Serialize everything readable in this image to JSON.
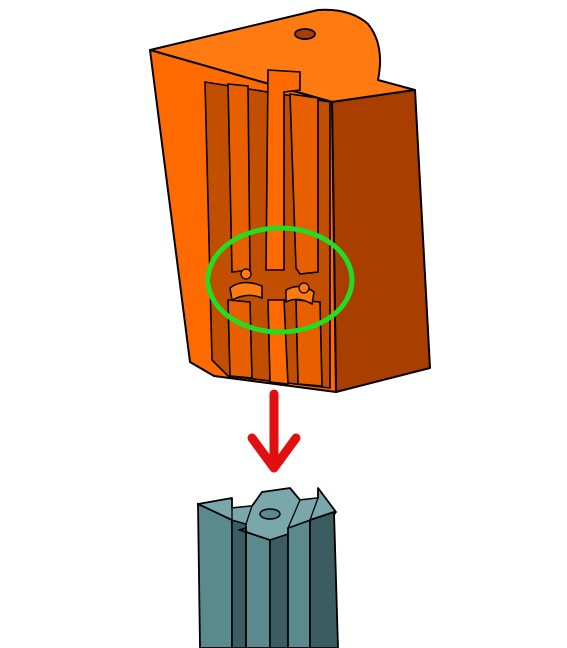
{
  "colors": {
    "block_front": "#ff6a00",
    "block_side": "#a83e00",
    "block_top": "#ff7a10",
    "slot_inner": "#e85f00",
    "slot_deep": "#c24e00",
    "outline": "#000000",
    "highlight_circle": "#22dd22",
    "arrow": "#e01010",
    "profile_front": "#5a8a8e",
    "profile_side": "#3b5d61",
    "profile_top": "#7aa7ab"
  },
  "icons": {
    "block": "orange-slotted-bracket-3d",
    "highlight": "green-ellipse-highlight",
    "arrow": "red-down-arrow",
    "profile": "aluminum-t-slot-profile-3d"
  }
}
